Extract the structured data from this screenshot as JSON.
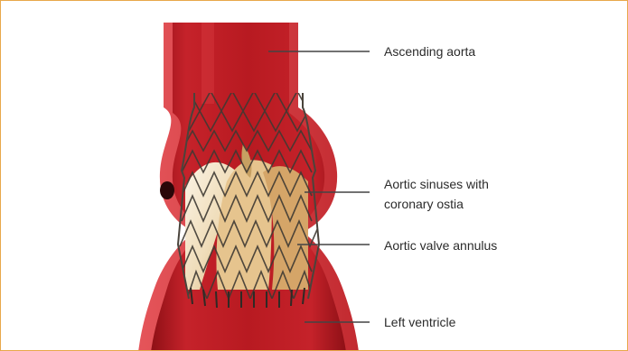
{
  "frame_color": "#e8a84a",
  "aorta_colors": {
    "dark": "#8e1016",
    "mid": "#b81a21",
    "light": "#d9353a",
    "highlight": "#e5555a"
  },
  "stent_colors": {
    "wire": "#3f3a34",
    "leaflet_light": "#f4ead7",
    "leaflet_tan": "#d6a86a"
  },
  "labels": [
    {
      "id": "ascending-aorta",
      "lines": [
        "Ascending aorta"
      ]
    },
    {
      "id": "aortic-sinuses",
      "lines": [
        "Aortic sinuses with",
        "coronary ostia"
      ]
    },
    {
      "id": "aortic-valve-annulus",
      "lines": [
        "Aortic valve annulus"
      ]
    },
    {
      "id": "left-ventricle",
      "lines": [
        "Left ventricle"
      ]
    }
  ]
}
